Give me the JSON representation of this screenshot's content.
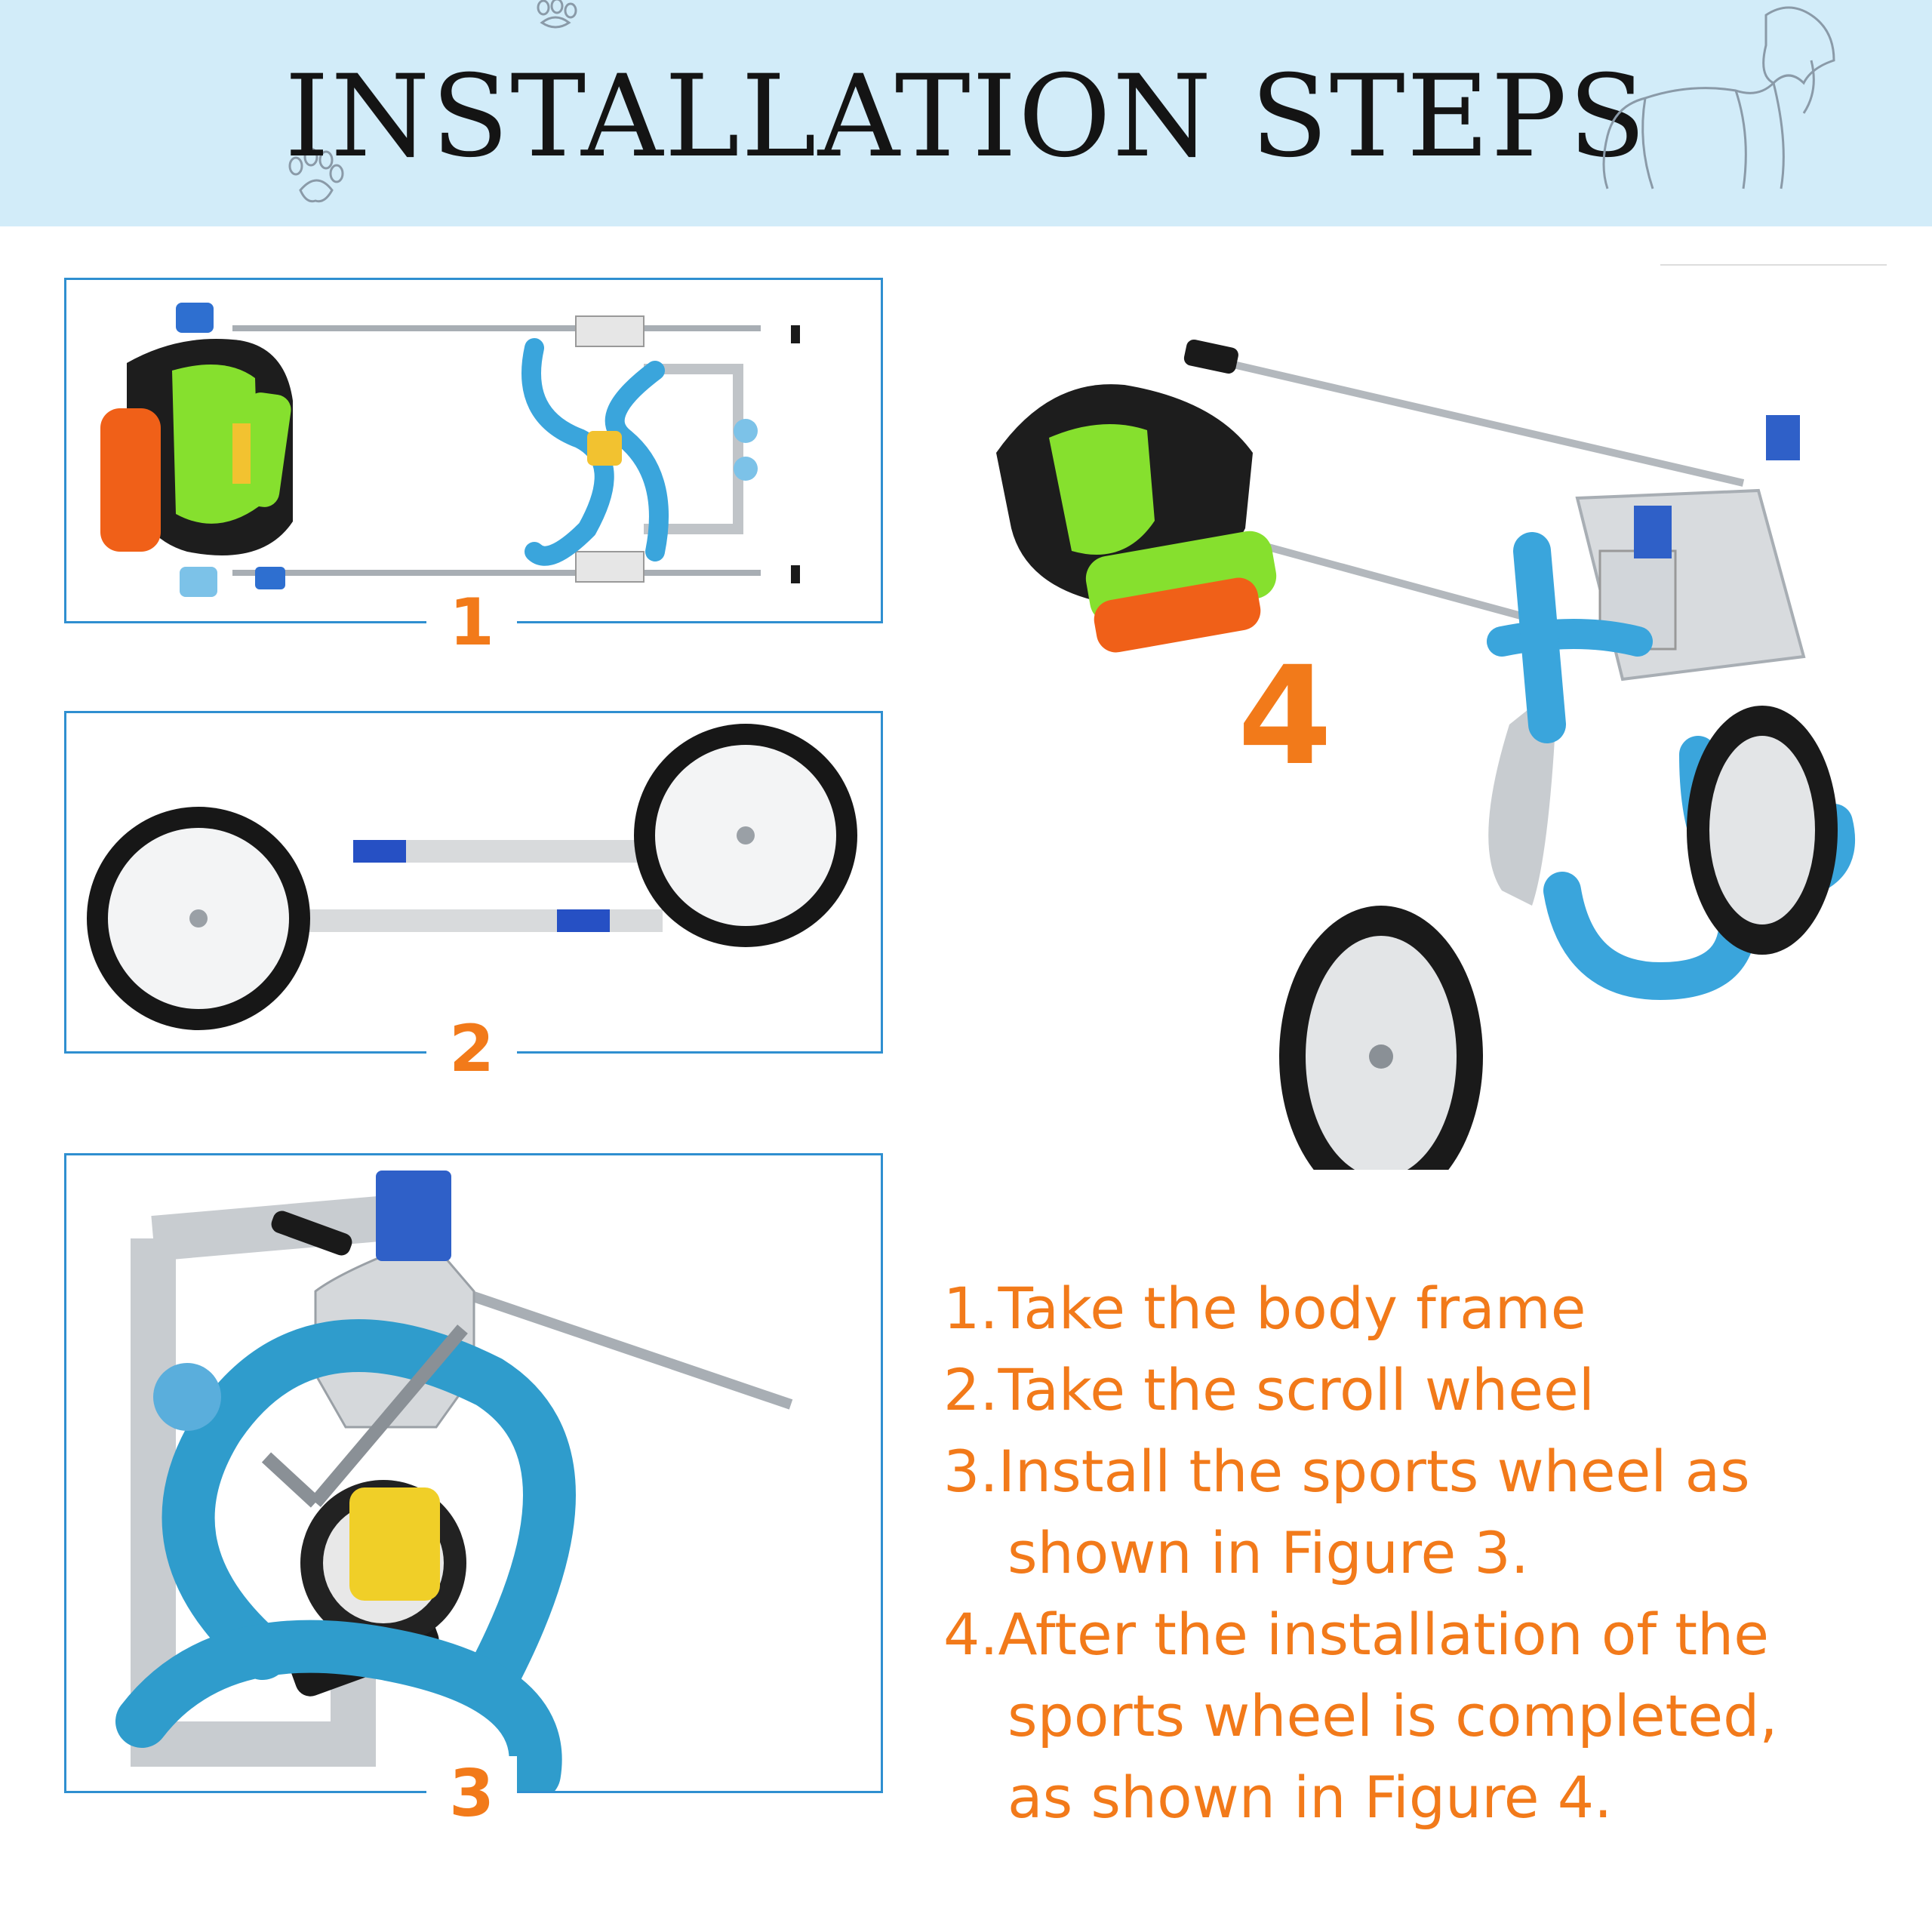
{
  "header": {
    "title": "INSTALLATION STEPS"
  },
  "steps": [
    {
      "number": "1"
    },
    {
      "number": "2"
    },
    {
      "number": "3"
    },
    {
      "number": "4"
    }
  ],
  "instructions": {
    "line1": "1.Take the body frame",
    "line2": "2.Take the scroll wheel",
    "line3a": "3.Install the sports wheel as",
    "line3b": "shown in Figure 3.",
    "line4a": "4.After the installation of the",
    "line4b": "sports wheel is completed,",
    "line4c": "as shown in Figure 4."
  },
  "colors": {
    "banner": "#d2ecf9",
    "accent": "#f27a1a",
    "frame_border": "#2f8fd0",
    "foam_blue": "#3aa5dc",
    "title": "#141414"
  },
  "icons": [
    "paw-print-icon",
    "dog-outline-icon"
  ]
}
